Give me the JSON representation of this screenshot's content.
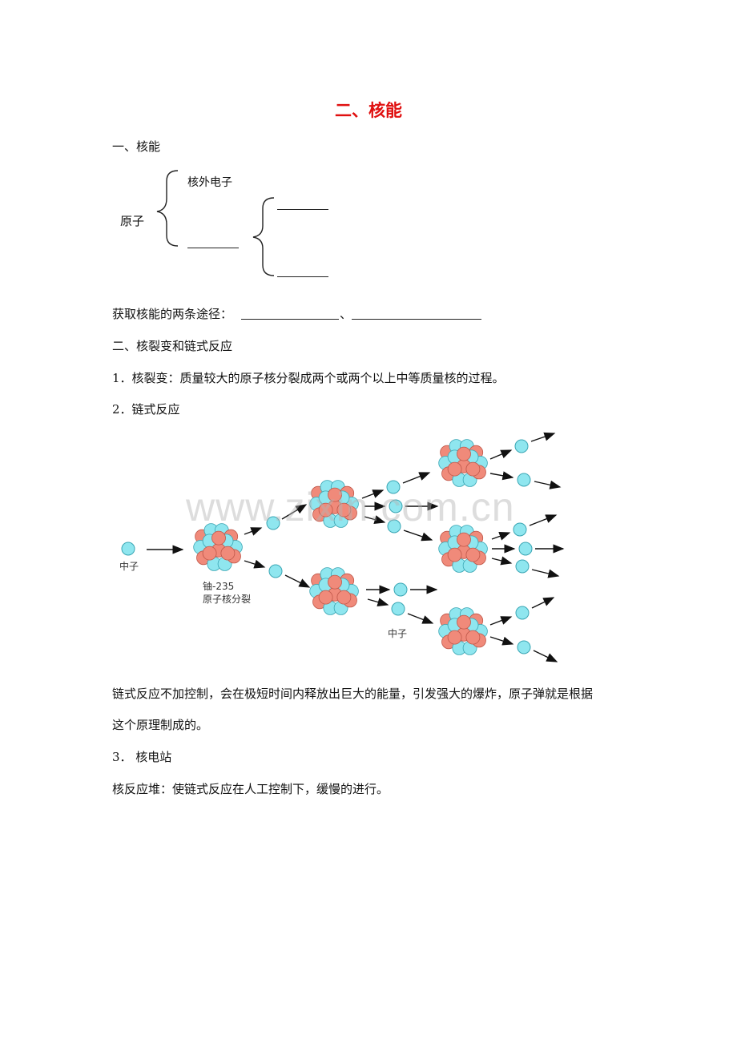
{
  "title": "二、核能",
  "section1": {
    "heading": "一、核能",
    "atom": "原子",
    "electron": "核外电子",
    "ways_label": "获取核能的两条途径：",
    "ways_sep": "、"
  },
  "section2": {
    "heading": "二、核裂变和链式反应",
    "fission": "1．核裂变：质量较大的原子核分裂成两个或两个以上中等质量核的过程。",
    "chain_heading": "2．链式反应",
    "diagram": {
      "neutron_label": "中子",
      "uranium_label_1": "铀-235",
      "uranium_label_2": "原子核分裂",
      "neutron_label_2": "中子",
      "watermark": "www.zixin.com.cn",
      "colors": {
        "neutron": "#8fe6ef",
        "proton": "#f08a7a",
        "arrow": "#111111"
      }
    },
    "chain_text_1": "链式反应不加控制，会在极短时间内释放出巨大的能量，引发强大的爆炸，原子弹就是根据",
    "chain_text_2": "这个原理制成的。",
    "plant_heading": "3． 核电站",
    "reactor": "核反应堆：使链式反应在人工控制下，缓慢的进行。"
  }
}
